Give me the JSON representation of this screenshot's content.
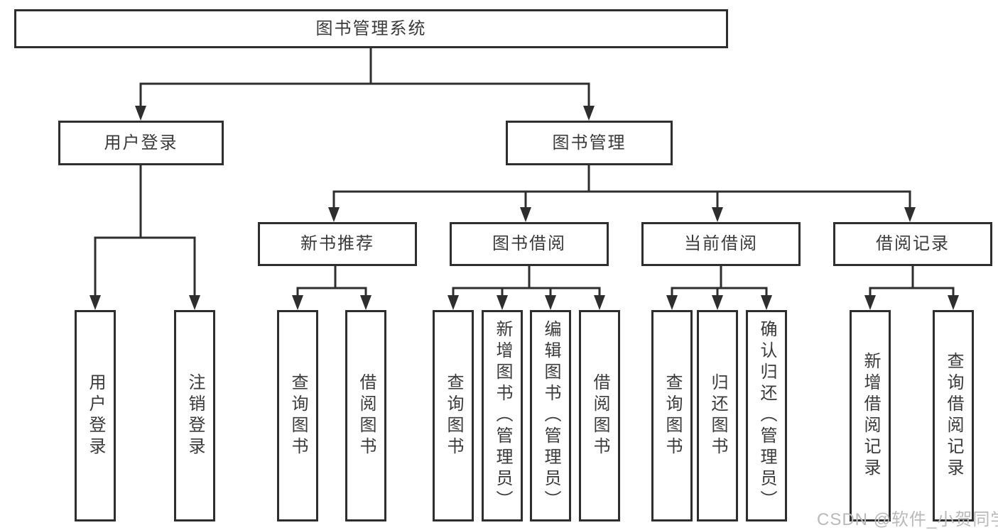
{
  "colors": {
    "line": "#2e2e2e",
    "box_border": "#2e2e2e",
    "text": "#3a3a3a",
    "background": "#ffffff",
    "watermark": "#b9b9b9"
  },
  "diagram": {
    "root": {
      "label": "图书管理系统"
    },
    "level2": [
      {
        "label": "用户登录"
      },
      {
        "label": "图书管理"
      }
    ],
    "level3": [
      {
        "label": "新书推荐"
      },
      {
        "label": "图书借阅"
      },
      {
        "label": "当前借阅"
      },
      {
        "label": "借阅记录"
      }
    ],
    "leaves": [
      {
        "label": "用户登录"
      },
      {
        "label": "注销登录"
      },
      {
        "label": "查询图书"
      },
      {
        "label": "借阅图书"
      },
      {
        "label": "查询图书"
      },
      {
        "label": "新增图书（管理员）"
      },
      {
        "label": "编辑图书（管理员）"
      },
      {
        "label": "借阅图书"
      },
      {
        "label": "查询图书"
      },
      {
        "label": "归还图书"
      },
      {
        "label": "确认归还（管理员）"
      },
      {
        "label": "新增借阅记录"
      },
      {
        "label": "查询借阅记录"
      }
    ]
  },
  "watermark": {
    "text": "CSDN @软件_小贺同学"
  }
}
